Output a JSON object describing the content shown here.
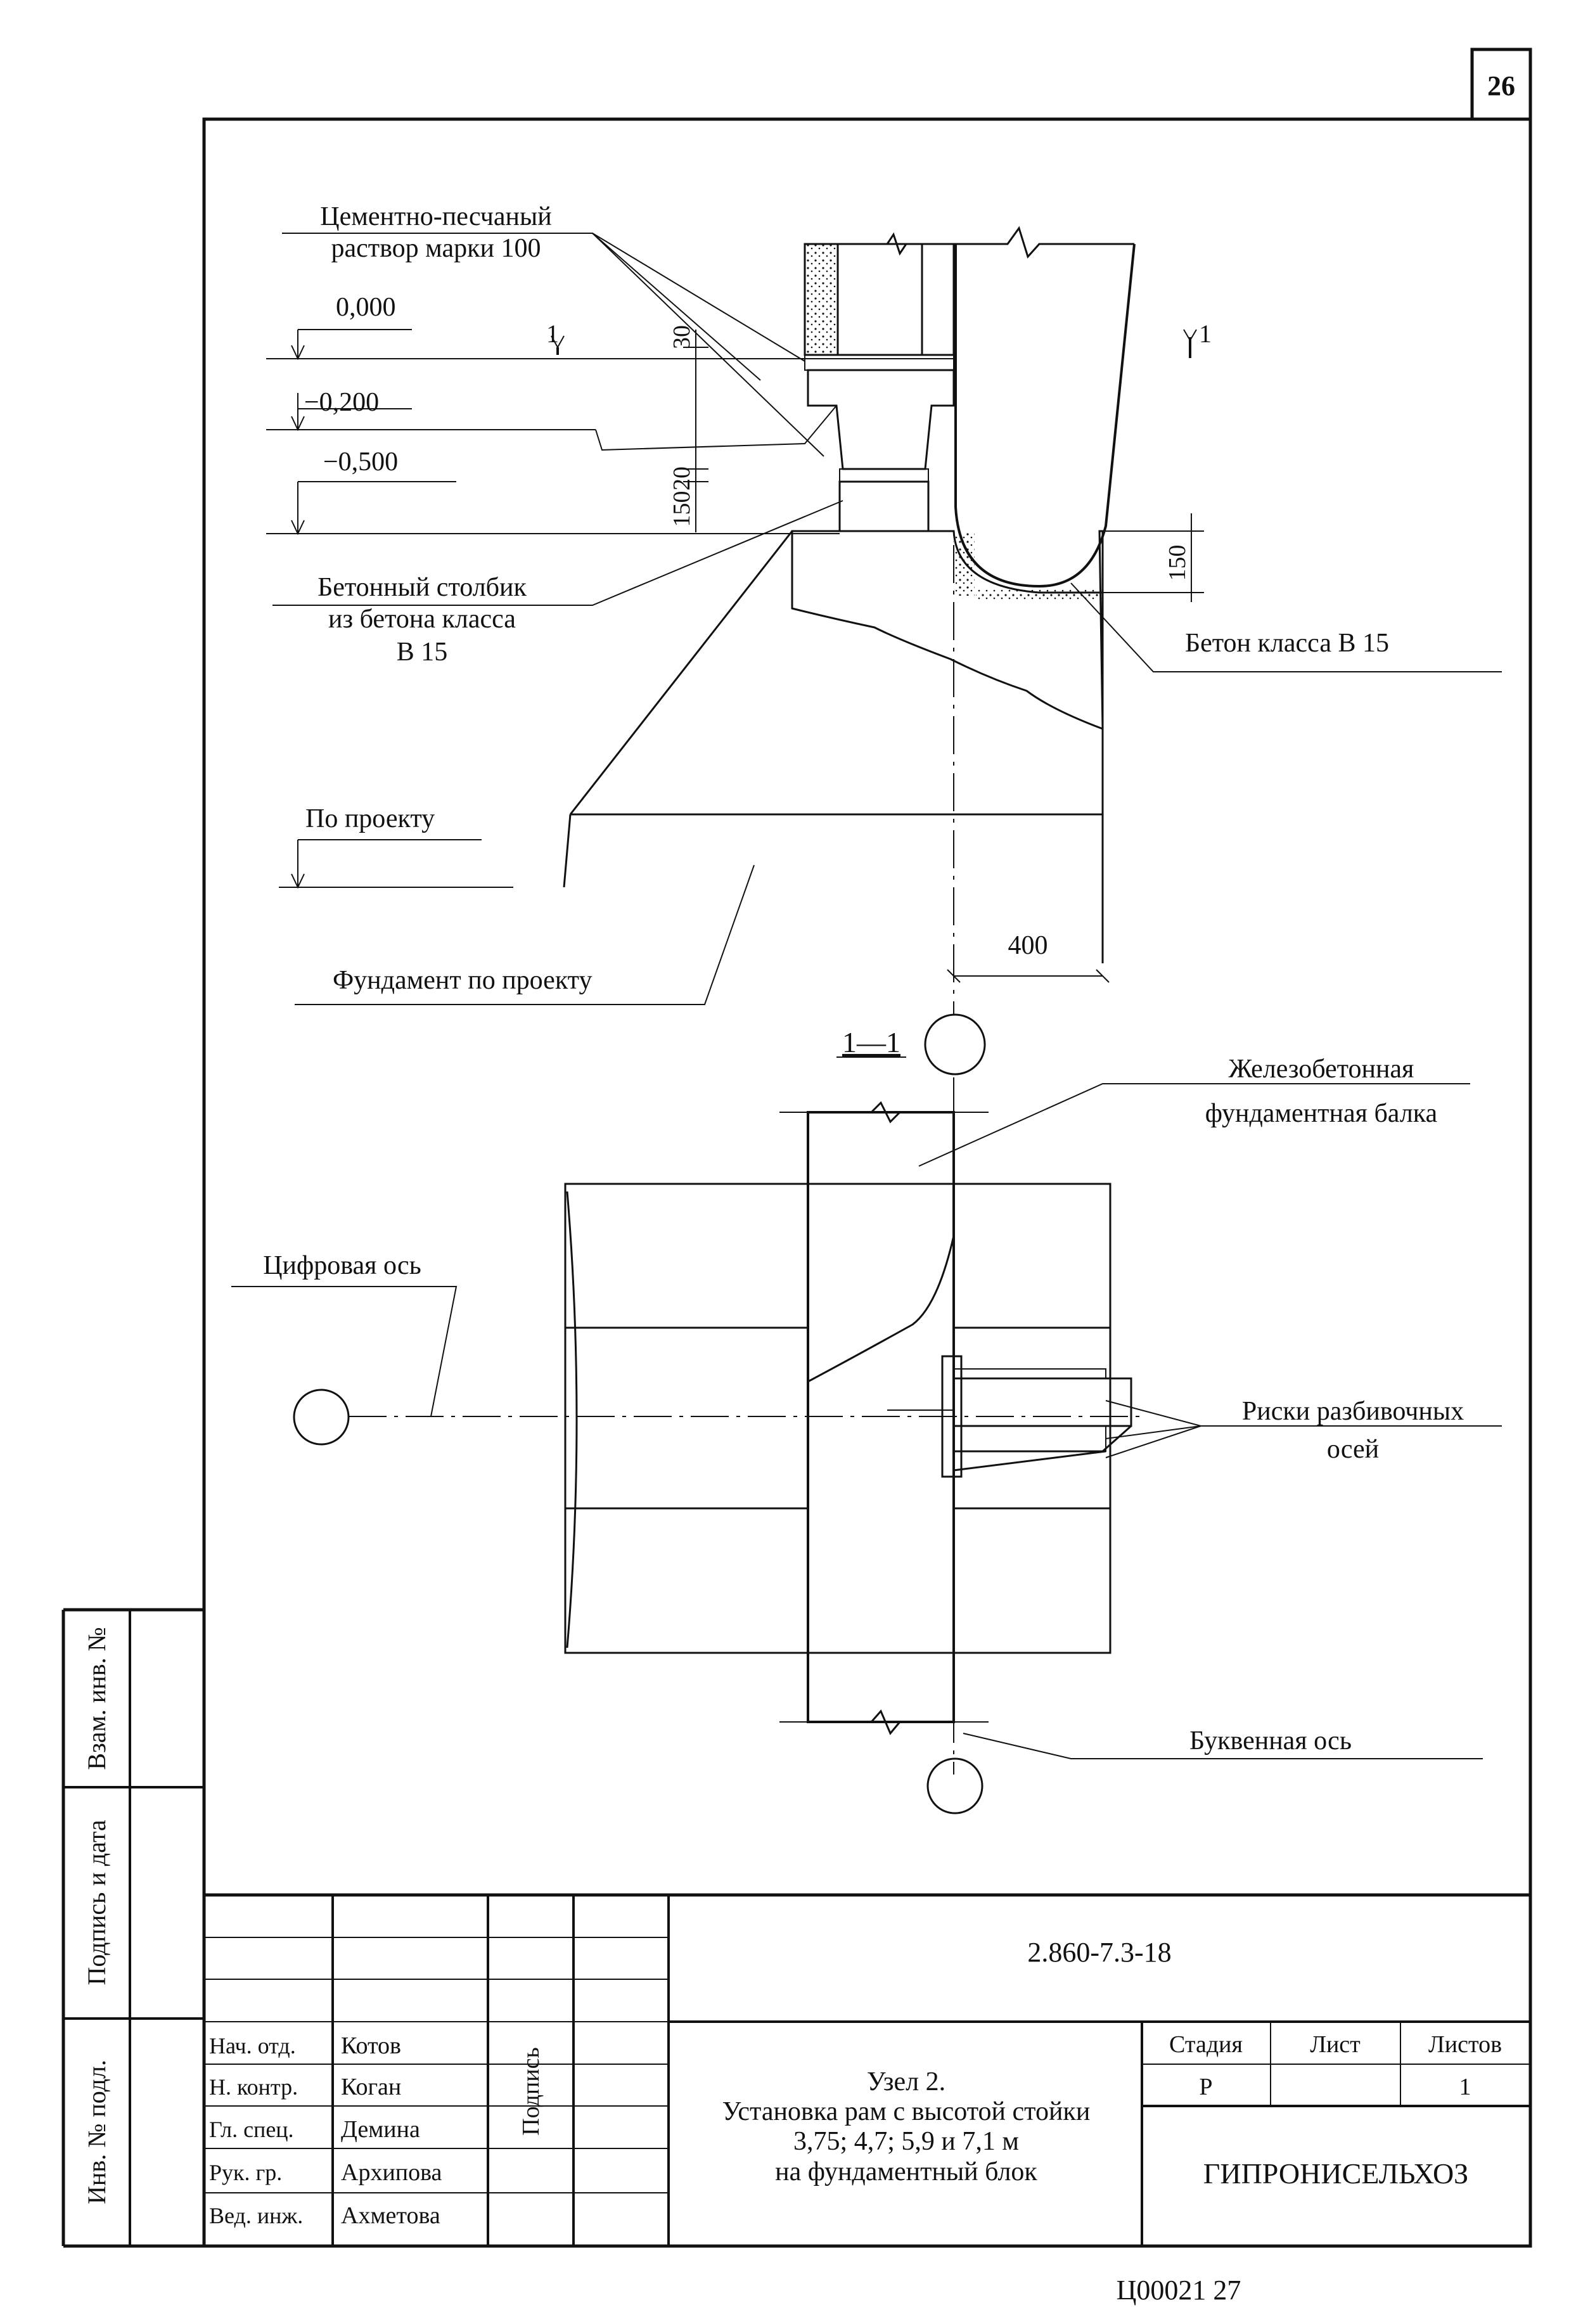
{
  "sheet_number": "26",
  "drawing_labels": {
    "mortar_l1": "Цементно-песчаный",
    "mortar_l2": "раствор марки 100",
    "level_0": "0,000",
    "level_m020": "−0,200",
    "level_m050": "−0,500",
    "concrete_post_l1": "Бетонный столбик",
    "concrete_post_l2": "из бетона класса",
    "concrete_post_l3": "В 15",
    "concrete_b15": "Бетон класса В 15",
    "by_project": "По проекту",
    "foundation": "Фундамент по проекту",
    "section_mark": "1",
    "section_title": "1—1",
    "rc_beam_l1": "Железобетонная",
    "rc_beam_l2": "фундаментная балка",
    "digital_axis": "Цифровая ось",
    "layout_marks_l1": "Риски разбивочных",
    "layout_marks_l2": "осей",
    "letter_axis": "Буквенная ось"
  },
  "dimensions": {
    "d30": "30",
    "d20": "20",
    "d150_left": "150",
    "d150_right": "150",
    "d400": "400"
  },
  "stamp_side": {
    "vzam": "Взам. инв. №",
    "podpis_data": "Подпись и дата",
    "inv_podl": "Инв. № подл."
  },
  "title_block": {
    "doc_code": "2.860-7.3-18",
    "roles": [
      {
        "role": "Нач. отд.",
        "name": "Котов"
      },
      {
        "role": "Н. контр.",
        "name": "Коган"
      },
      {
        "role": "Гл. спец.",
        "name": "Демина"
      },
      {
        "role": "Рук. гр.",
        "name": "Архипова"
      },
      {
        "role": "Вед. инж.",
        "name": "Ахметова"
      }
    ],
    "signature_header": "Подпись",
    "title_l1": "Узел 2.",
    "title_l2": "Установка рам с высотой стойки",
    "title_l3": "3,75; 4,7; 5,9 и 7,1 м",
    "title_l4": "на фундаментный блок",
    "stage_header": "Стадия",
    "sheet_header": "Лист",
    "sheets_header": "Листов",
    "stage": "Р",
    "sheet": "",
    "sheets": "1",
    "organization": "ГИПРОНИСЕЛЬХОЗ"
  },
  "footer": "Ц00021 27"
}
